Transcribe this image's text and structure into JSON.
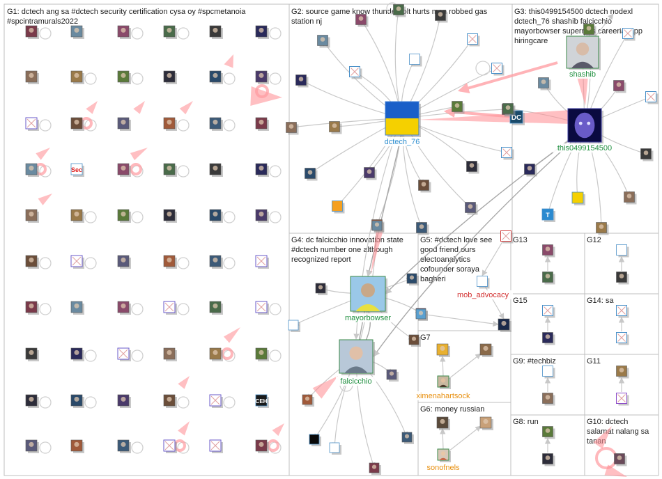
{
  "colors": {
    "edge": "#c8c8c8",
    "edge_strong": "#ff9aa0",
    "label_blue": "#2f8fd0",
    "label_green": "#1f8f3f",
    "label_red": "#d23030",
    "label_orange": "#e89010",
    "group_border": "#bfbfbf"
  },
  "groups": [
    {
      "id": "G1",
      "title": "G1: dctech ang sa #dctech security certification cysa oy #spcmetanoia #spcintramurals2022"
    },
    {
      "id": "G2",
      "title": "G2: source game know thunderbolt hurts man robbed gas station nj"
    },
    {
      "id": "G3",
      "title": "G3: this0499154500 dctech nodexl dctech_76 shashib falcicchio mayorbowser superrjols careeria_app hiringcare"
    },
    {
      "id": "G4",
      "title": "G4: dc falcicchio innovation state #dctech number one although recognized report"
    },
    {
      "id": "G5",
      "title": "G5: #dctech love see good friend ours electoanalytics cofounder soraya bagheri"
    },
    {
      "id": "G6",
      "title": "G6: money russian"
    },
    {
      "id": "G7",
      "title": "G7"
    },
    {
      "id": "G8",
      "title": "G8: run"
    },
    {
      "id": "G9",
      "title": "G9: #techbiz"
    },
    {
      "id": "G10",
      "title": "G10: dctech salamat nalang sa tanan"
    },
    {
      "id": "G11",
      "title": "G11"
    },
    {
      "id": "G12",
      "title": "G12"
    },
    {
      "id": "G13",
      "title": "G13"
    },
    {
      "id": "G14",
      "title": "G14: sa"
    },
    {
      "id": "G15",
      "title": "G15"
    }
  ],
  "labeled_nodes": [
    {
      "id": "dctech_76",
      "label": "dctech_76",
      "group": "G2",
      "color": "#2f8fd0",
      "icon": "ukraine-flag-avatar"
    },
    {
      "id": "shashib",
      "label": "shashib",
      "group": "G3",
      "color": "#1f8f3f",
      "icon": "portrait-avatar"
    },
    {
      "id": "this0499154500",
      "label": "this0499154500",
      "group": "G3",
      "color": "#1f8f3f",
      "icon": "digital-face-avatar"
    },
    {
      "id": "mayorbowser",
      "label": "mayorbowser",
      "group": "G4",
      "color": "#1f8f3f",
      "icon": "group-photo-avatar"
    },
    {
      "id": "falcicchio",
      "label": "falcicchio",
      "group": "G4",
      "color": "#1f8f3f",
      "icon": "portrait-avatar"
    },
    {
      "id": "mob_advocacy",
      "label": "mob_advocacy",
      "group": "G5",
      "color": "#d23030",
      "icon": "logo-avatar"
    },
    {
      "id": "ximenahartsock",
      "label": "ximenahartsock",
      "group": "G7",
      "color": "#e89010",
      "icon": "portrait-avatar"
    },
    {
      "id": "sonofnels",
      "label": "sonofnels",
      "group": "G6",
      "color": "#e89010",
      "icon": "portrait-avatar"
    }
  ],
  "node_texts": {
    "dc_logo": "DC",
    "sec_logo": "Sec",
    "ceh_logo": "CEH",
    "t_logo": "T"
  }
}
